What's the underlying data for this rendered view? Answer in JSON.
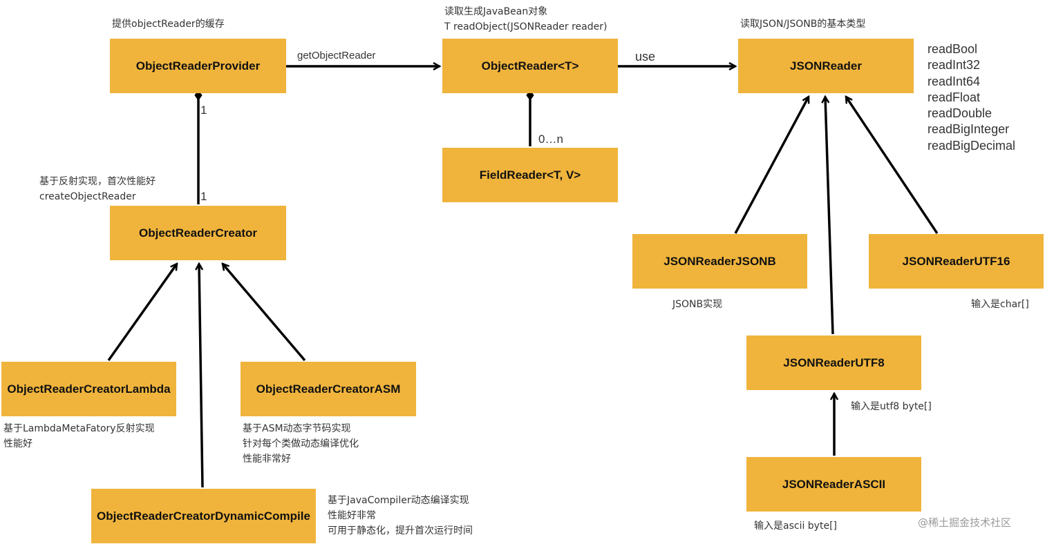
{
  "boxes": {
    "object_reader_provider": "ObjectReaderProvider",
    "object_reader": "ObjectReader<T>",
    "json_reader": "JSONReader",
    "field_reader": "FieldReader<T, V>",
    "object_reader_creator": "ObjectReaderCreator",
    "creator_lambda": "ObjectReaderCreatorLambda",
    "creator_asm": "ObjectReaderCreatorASM",
    "creator_dynamic_compile": "ObjectReaderCreatorDynamicCompile",
    "json_reader_jsonb": "JSONReaderJSONB",
    "json_reader_utf16": "JSONReaderUTF16",
    "json_reader_utf8": "JSONReaderUTF8",
    "json_reader_ascii": "JSONReaderASCII"
  },
  "notes": {
    "provider": [
      "提供objectReader的缓存"
    ],
    "object_reader": [
      "读取生成JavaBean对象",
      "T readObject(JSONReader reader)"
    ],
    "json_reader": [
      "读取JSON/JSONB的基本类型"
    ],
    "creator": [
      "基于反射实现，首次性能好",
      "createObjectReader"
    ],
    "lambda": [
      "基于LambdaMetaFatory反射实现",
      "性能好"
    ],
    "asm": [
      "基于ASM动态字节码实现",
      "针对每个类做动态编译优化",
      "性能非常好"
    ],
    "dynamic_compile": [
      "基于JavaCompiler动态编译实现",
      "性能好非常",
      "可用于静态化，提升首次运行时间"
    ],
    "jsonb": [
      "JSONB实现"
    ],
    "utf16": [
      "输入是char[]"
    ],
    "utf8": [
      "输入是utf8 byte[]"
    ],
    "ascii": [
      "输入是ascii byte[]"
    ]
  },
  "methods": [
    "readBool",
    "readInt32",
    "readInt64",
    "readFloat",
    "readDouble",
    "readBigInteger",
    "readBigDecimal"
  ],
  "edges": {
    "get_object_reader": "getObjectReader",
    "use": "use",
    "multiplicity_provider": "1",
    "multiplicity_creator": "1",
    "multiplicity_fields": "0…n"
  },
  "watermark": "@稀土掘金技术社区",
  "colors": {
    "box_fill": "#f0b43c",
    "line": "#000000",
    "text": "#333333"
  }
}
